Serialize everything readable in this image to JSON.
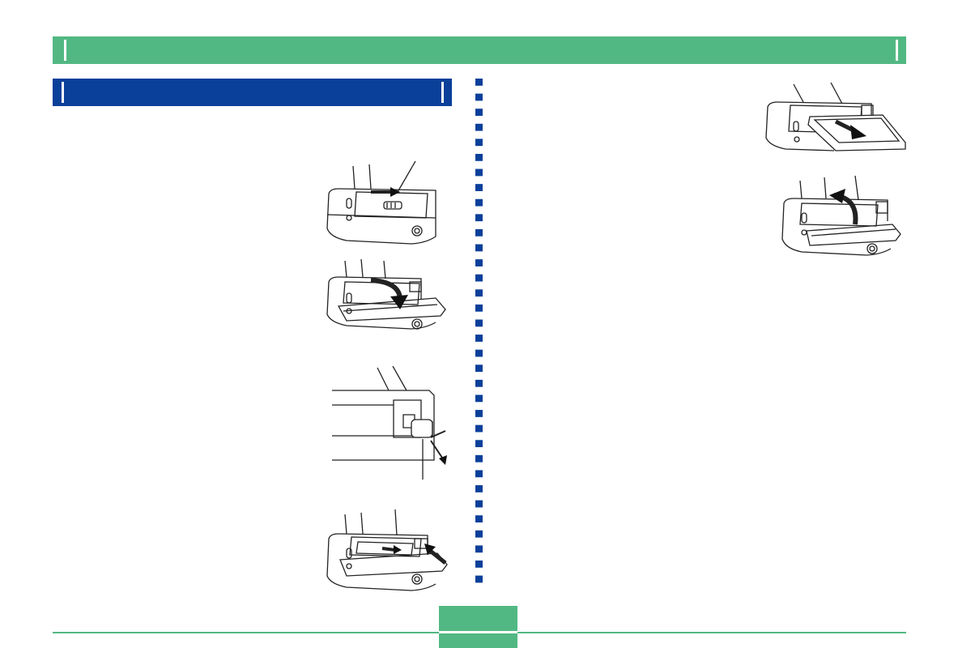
{
  "header": {
    "chapter_title": ""
  },
  "section": {
    "title": ""
  },
  "colors": {
    "chapter_bar": "#52b883",
    "section_bar": "#0a3f9a",
    "divider": "#0a3f9a"
  },
  "figures": [
    {
      "id": "slide-cover-release",
      "icon": "camera-slide-release"
    },
    {
      "id": "open-cover",
      "icon": "camera-cover-open"
    },
    {
      "id": "press-eject-button",
      "icon": "eject-button-closeup"
    },
    {
      "id": "card-eject",
      "icon": "camera-card-eject"
    },
    {
      "id": "remove-card",
      "icon": "camera-card-remove"
    },
    {
      "id": "close-cover",
      "icon": "camera-cover-close"
    }
  ],
  "footer": {
    "page_number": ""
  }
}
